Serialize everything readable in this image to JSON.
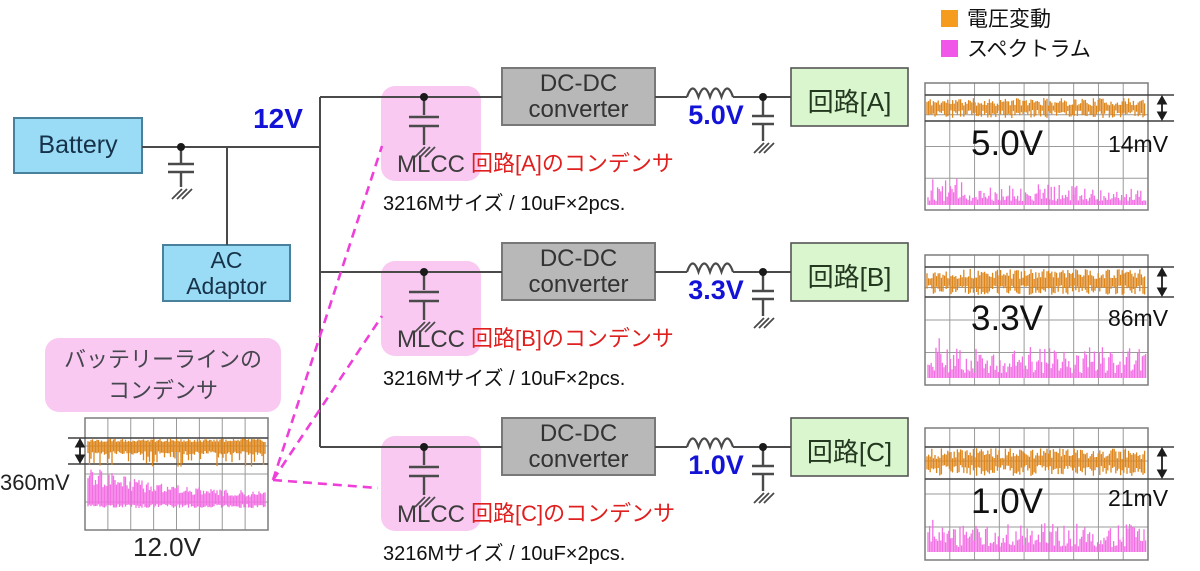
{
  "legend": {
    "items": [
      {
        "label": "電圧変動",
        "color": "#f59b1e"
      },
      {
        "label": "スペクトラム",
        "color": "#f056e8"
      }
    ]
  },
  "power": {
    "battery_label": "Battery",
    "ac_adaptor_line1": "AC",
    "ac_adaptor_line2": "Adaptor",
    "bus_voltage": "12V"
  },
  "battery_line_note": {
    "line1": "バッテリーラインの",
    "line2": "コンデンサ"
  },
  "battery_scope": {
    "ripple": "360mV",
    "voltage": "12.0V"
  },
  "branches": [
    {
      "name": "A",
      "mlcc_label": "MLCC",
      "converter_line1": "DC-DC",
      "converter_line2": "converter",
      "output_voltage": "5.0V",
      "circuit_label": "回路[A]",
      "cap_note": "回路[A]のコンデンサ",
      "cap_spec": "3216Mサイズ / 10uF×2pcs.",
      "scope_voltage": "5.0V",
      "scope_ripple": "14mV"
    },
    {
      "name": "B",
      "mlcc_label": "MLCC",
      "converter_line1": "DC-DC",
      "converter_line2": "converter",
      "output_voltage": "3.3V",
      "circuit_label": "回路[B]",
      "cap_note": "回路[B]のコンデンサ",
      "cap_spec": "3216Mサイズ / 10uF×2pcs.",
      "scope_voltage": "3.3V",
      "scope_ripple": "86mV"
    },
    {
      "name": "C",
      "mlcc_label": "MLCC",
      "converter_line1": "DC-DC",
      "converter_line2": "converter",
      "output_voltage": "1.0V",
      "circuit_label": "回路[C]",
      "cap_note": "回路[C]のコンデンサ",
      "cap_spec": "3216Mサイズ / 10uF×2pcs.",
      "scope_voltage": "1.0V",
      "scope_ripple": "21mV"
    }
  ],
  "colors": {
    "accent_blue": "#1313d8",
    "note_red": "#e01f1f",
    "voltage_trace_orange": "#dd861c",
    "spectrum_trace_pink": "#f36fe4",
    "dashed_link_magenta": "#ef3fd9",
    "mlcc_box_pink": "#f9c9f2",
    "circuit_box_green": "#d9f6cf",
    "converter_box_gray": "#b8b8b8",
    "source_box_blue": "#9adcf5"
  }
}
